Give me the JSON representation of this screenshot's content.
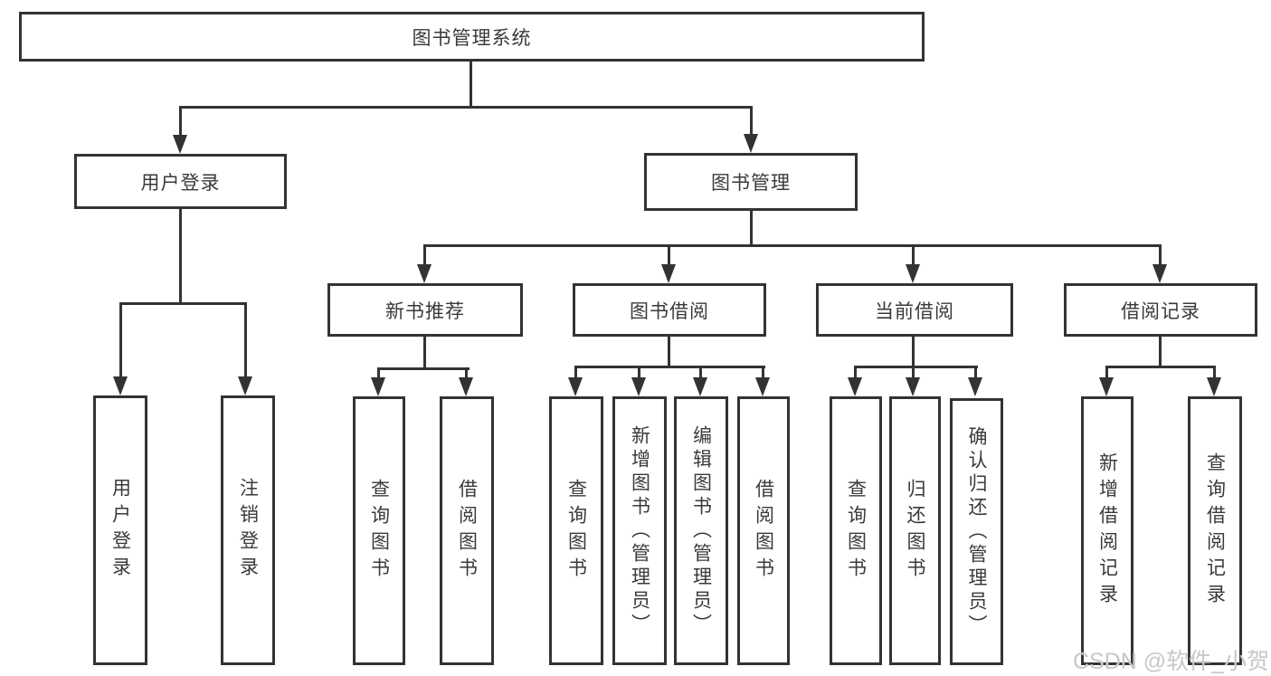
{
  "diagram": {
    "nodes": {
      "root": "图书管理系统",
      "user_login": "用户登录",
      "book_mgmt": "图书管理",
      "new_book_rec": "新书推荐",
      "book_borrow": "图书借阅",
      "current_borrow": "当前借阅",
      "borrow_records": "借阅记录",
      "leaf_login": "用户登录",
      "leaf_logout": "注销登录",
      "rec_query_book": "查询图书",
      "rec_borrow_book": "借阅图书",
      "bb_query_book": "查询图书",
      "bb_add_book": "新增图书（管理员）",
      "bb_edit_book": "编辑图书（管理员）",
      "bb_borrow_book": "借阅图书",
      "cb_query_book": "查询图书",
      "cb_return_book": "归还图书",
      "cb_confirm_return": "确认归还（管理员）",
      "br_add_record": "新增借阅记录",
      "br_query_record": "查询借阅记录"
    },
    "colors": {
      "line": "#333333",
      "text": "#3a3a3a",
      "watermark": "#c7c7c7"
    },
    "watermark": "CSDN @软件_小贺同学"
  }
}
